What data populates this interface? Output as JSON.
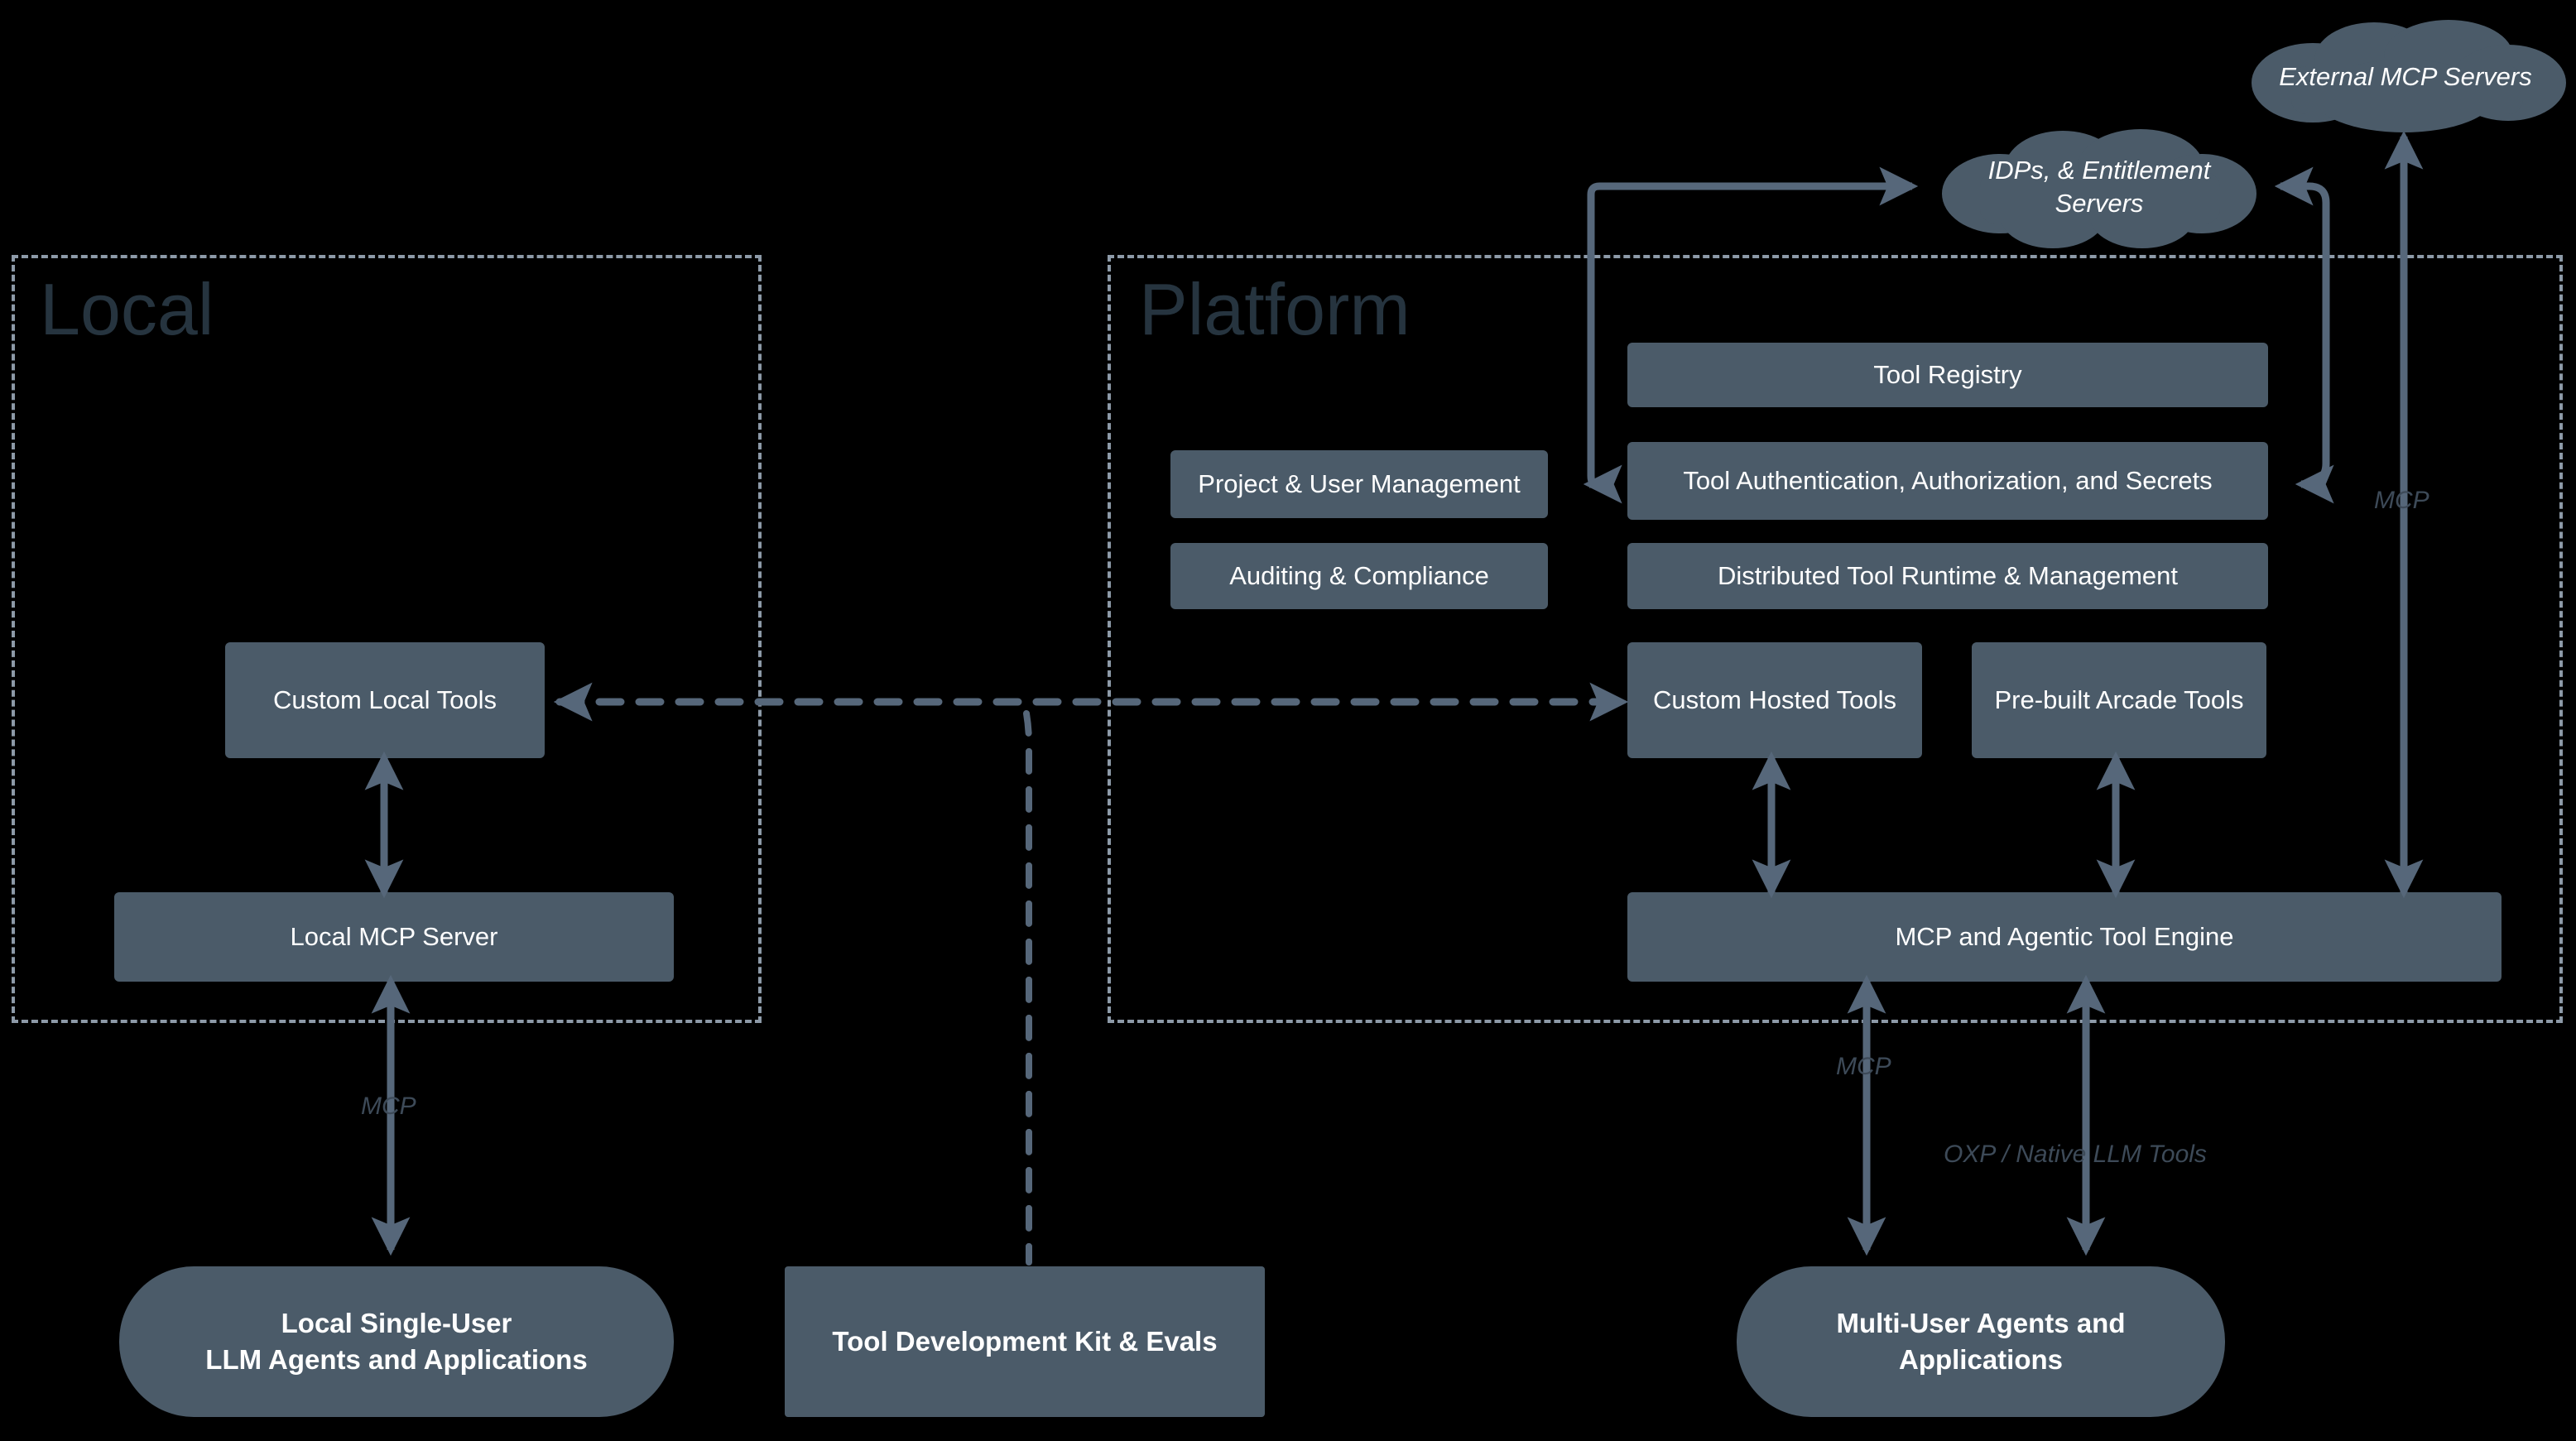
{
  "zones": [
    {
      "id": "local",
      "title": "Local"
    },
    {
      "id": "platform",
      "title": "Platform"
    }
  ],
  "clouds": [
    {
      "id": "external-mcp-servers",
      "label": "External MCP Servers"
    },
    {
      "id": "idps-entitlement",
      "label": "IDPs, & Entitlement Servers",
      "line1": "IDPs, & Entitlement",
      "line2": "Servers"
    }
  ],
  "local": {
    "custom_local_tools": "Custom Local Tools",
    "local_mcp_server": "Local MCP Server"
  },
  "platform": {
    "tool_registry": "Tool Registry",
    "project_user_management": "Project & User Management",
    "tool_auth": "Tool Authentication, Authorization, and Secrets",
    "auditing_compliance": "Auditing & Compliance",
    "distributed_runtime": "Distributed Tool Runtime & Management",
    "custom_hosted_tools": "Custom Hosted Tools",
    "prebuilt_arcade_tools": "Pre-built Arcade Tools",
    "mcp_agentic_engine": "MCP and Agentic Tool Engine"
  },
  "consumers": {
    "local_agents_line1": "Local Single-User",
    "local_agents_line2": "LLM Agents and Applications",
    "tool_dev_kit": "Tool Development Kit & Evals",
    "multi_user_line1": "Multi-User Agents and",
    "multi_user_line2": "Applications"
  },
  "edge_labels": {
    "mcp_local": "MCP",
    "mcp_external": "MCP",
    "mcp_platform": "MCP",
    "oxp_native": "OXP / Native LLM Tools"
  },
  "colors": {
    "background": "#000000",
    "box_fill": "#4b5b69",
    "zone_border": "#8d9aa8",
    "connector": "#56677a",
    "zone_title": "#26343f",
    "edge_label": "#3d4a58",
    "box_text": "#ffffff"
  }
}
